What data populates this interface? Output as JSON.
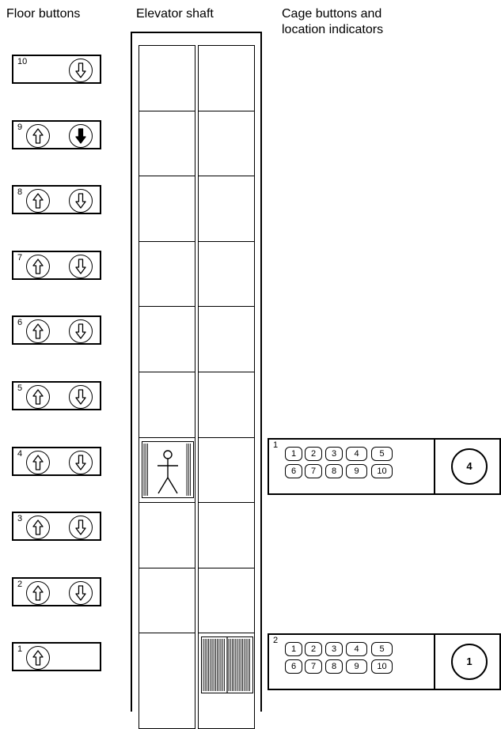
{
  "headers": {
    "floor": "Floor buttons",
    "shaft": "Elevator shaft",
    "cage": "Cage buttons and\nlocation indicators"
  },
  "floors": [
    {
      "number": "10",
      "up": null,
      "down": "outline"
    },
    {
      "number": "9",
      "up": "outline",
      "down": "filled"
    },
    {
      "number": "8",
      "up": "outline",
      "down": "outline"
    },
    {
      "number": "7",
      "up": "outline",
      "down": "outline"
    },
    {
      "number": "6",
      "up": "outline",
      "down": "outline"
    },
    {
      "number": "5",
      "up": "outline",
      "down": "outline"
    },
    {
      "number": "4",
      "up": "outline",
      "down": "outline"
    },
    {
      "number": "3",
      "up": "outline",
      "down": "outline"
    },
    {
      "number": "2",
      "up": "outline",
      "down": "outline"
    },
    {
      "number": "1",
      "up": "outline",
      "down": null
    }
  ],
  "elevators": [
    {
      "number": "1",
      "floor": "4",
      "has_passenger": true,
      "buttons": [
        "1",
        "2",
        "3",
        "4",
        "5",
        "6",
        "7",
        "8",
        "9",
        "10"
      ]
    },
    {
      "number": "2",
      "floor": "1",
      "has_passenger": false,
      "buttons": [
        "1",
        "2",
        "3",
        "4",
        "5",
        "6",
        "7",
        "8",
        "9",
        "10"
      ]
    }
  ]
}
